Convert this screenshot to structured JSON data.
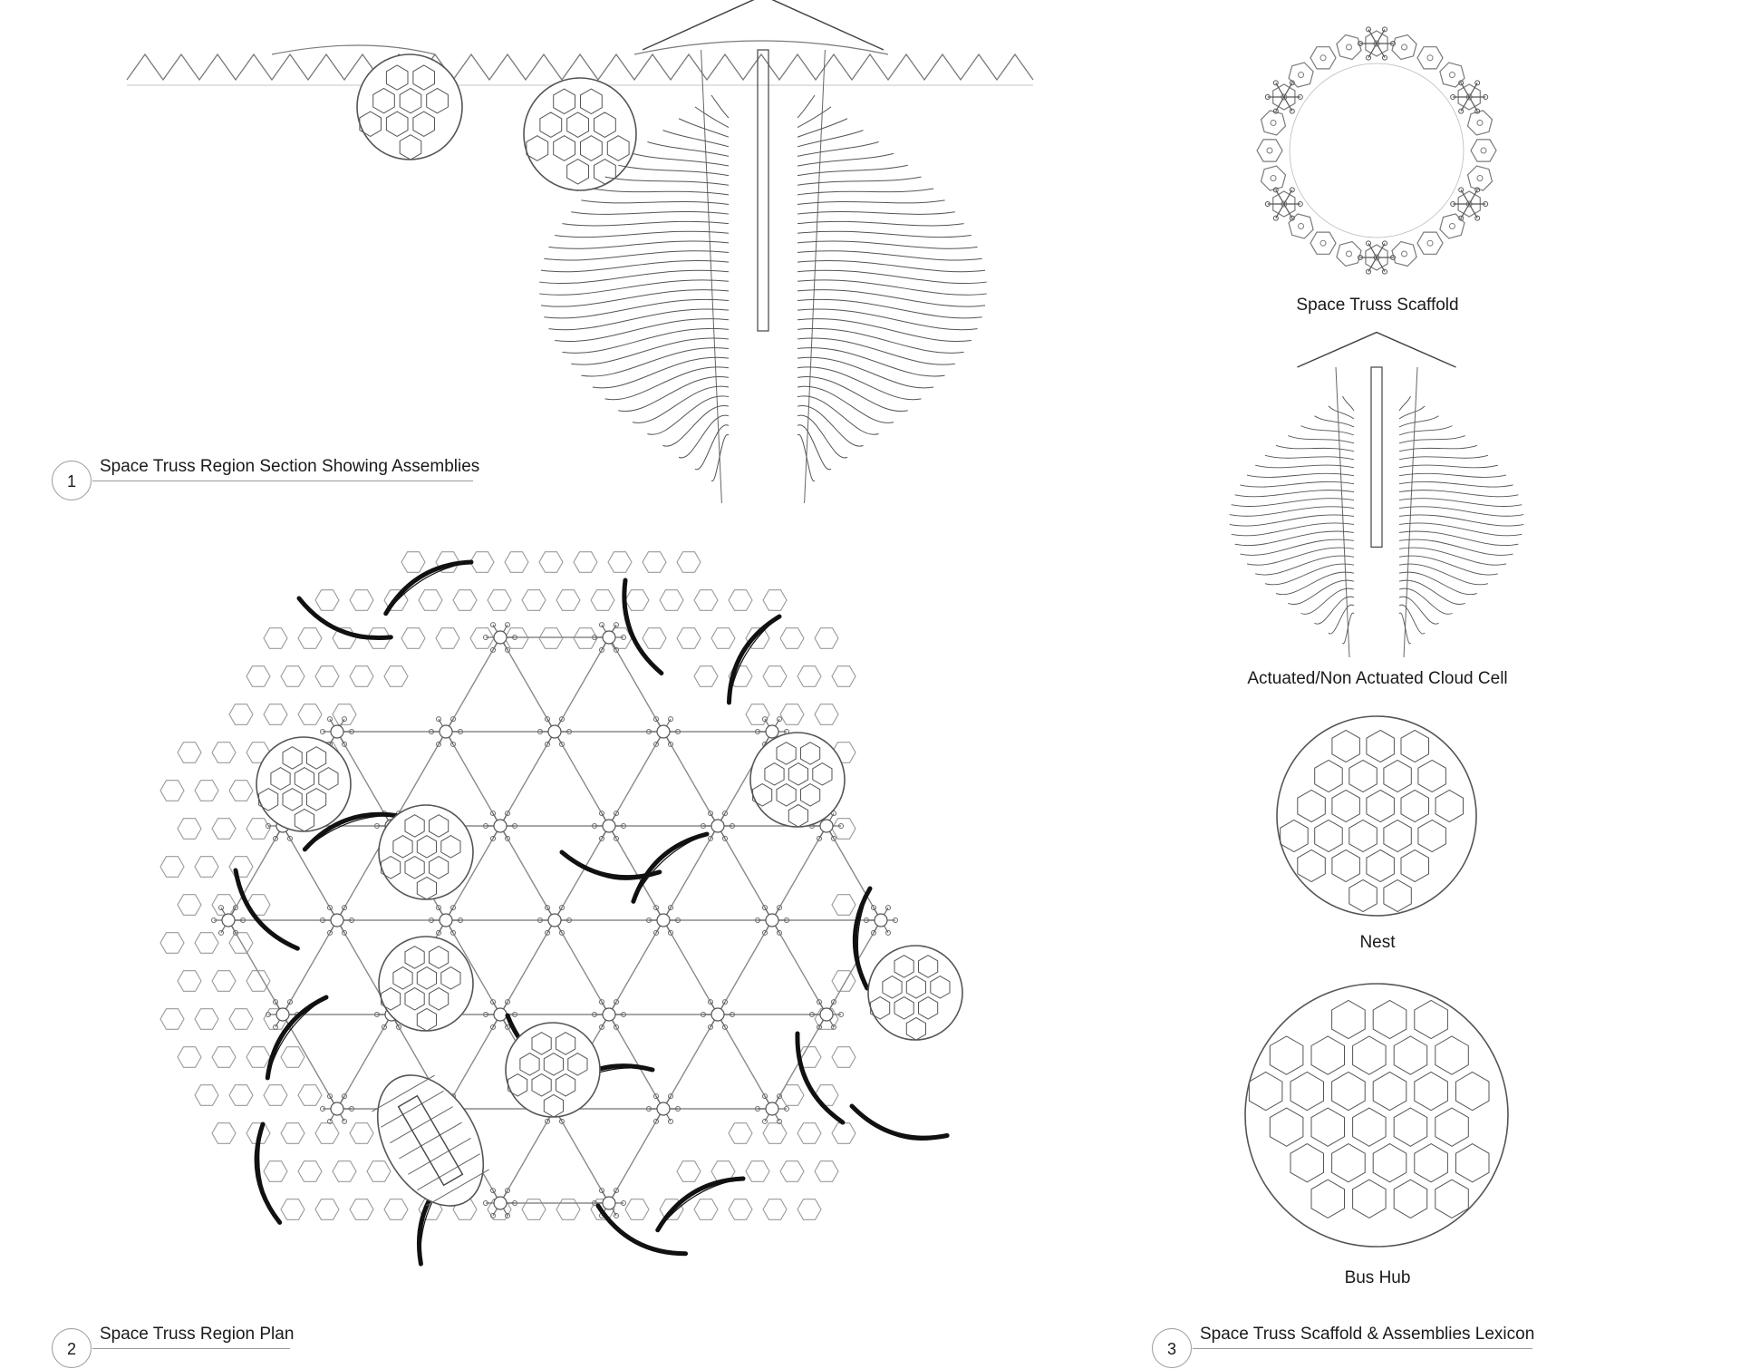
{
  "panels": [
    {
      "number": "1",
      "title": "Space Truss Region Section Showing  Assemblies"
    },
    {
      "number": "2",
      "title": "Space Truss Region Plan"
    },
    {
      "number": "3",
      "title": "Space Truss Scaffold & Assemblies Lexicon"
    }
  ],
  "lexicon": [
    {
      "caption": "Space Truss Scaffold"
    },
    {
      "caption": "Actuated/Non Actuated Cloud Cell"
    },
    {
      "caption": "Nest"
    },
    {
      "caption": "Bus Hub"
    }
  ],
  "colors": {
    "line": "#7a7a7a",
    "ink": "#1a1a1a",
    "frond": "#111111",
    "rule": "#9a9a9a"
  }
}
